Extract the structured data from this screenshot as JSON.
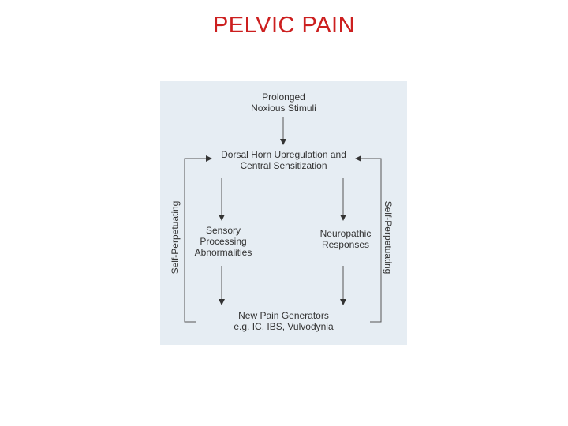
{
  "slide": {
    "title": "PELVIC PAIN"
  },
  "diagram": {
    "stimuli": {
      "line1": "Prolonged",
      "line2": "Noxious Stimuli"
    },
    "dorsal": {
      "line1": "Dorsal Horn Upregulation and",
      "line2": "Central Sensitization"
    },
    "sensory": {
      "line1": "Sensory",
      "line2": "Processing",
      "line3": "Abnormalities"
    },
    "neuropathic": {
      "line1": "Neuropathic",
      "line2": "Responses"
    },
    "generators": {
      "line1": "New Pain Generators",
      "line2": "e.g. IC, IBS, Vulvodynia"
    },
    "left_loop_label": "Self-Perpetuating",
    "right_loop_label": "Self-Perpetuating"
  },
  "colors": {
    "title": "#cc1f1f",
    "panel": "#e6edf3",
    "ink": "#333333"
  }
}
